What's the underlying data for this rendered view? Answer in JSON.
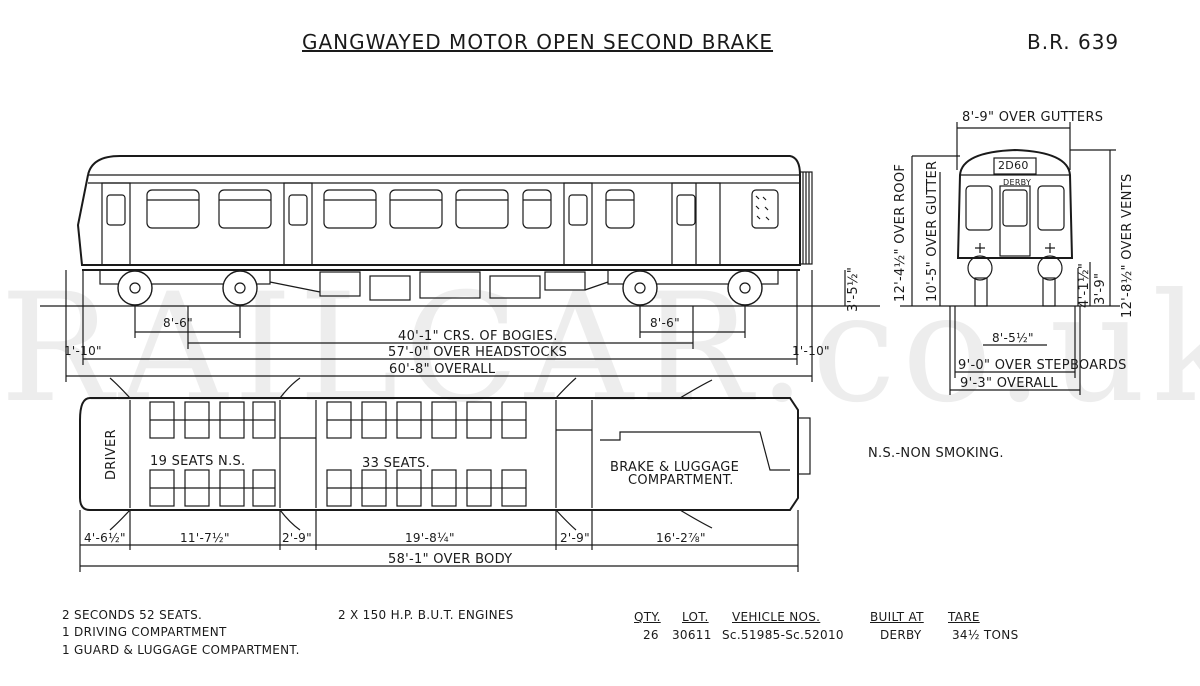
{
  "header": {
    "title": "GANGWAYED MOTOR OPEN SECOND BRAKE",
    "diagram_code": "B.R. 639"
  },
  "watermark": "RAILCAR.co.uk",
  "side_elevation": {
    "dimensions": {
      "bogie_wheelbase_left": "8'-6\"",
      "bogie_wheelbase_right": "8'-6\"",
      "crs_of_bogies": "40'-1\" CRS. OF BOGIES.",
      "over_headstocks": "57'-0\" OVER HEADSTOCKS",
      "overall": "60'-8\" OVERALL",
      "overhang_left": "1'-10\"",
      "overhang_right": "1'-10\"",
      "headstock_height": "3'-5½\""
    }
  },
  "end_elevation": {
    "headcode": "2D60",
    "destination": "DERBY",
    "dimensions": {
      "over_gutters": "8'-9\" OVER GUTTERS",
      "over_roof": "12'-4½\" OVER ROOF",
      "over_gutter": "10'-5\" OVER GUTTER",
      "over_vents": "12'-8½\" OVER VENTS",
      "buffer_height": "3'-9\"",
      "buffer_centres_height": "4'-1½\"",
      "bogie_gauge": "8'-5½\"",
      "over_stepboards": "9'-0\" OVER STEPBOARDS",
      "overall_width": "9'-3\" OVERALL"
    }
  },
  "plan": {
    "labels": {
      "driver": "DRIVER",
      "seats_ns": "19 SEATS  N.S.",
      "seats_main": "33 SEATS.",
      "brake_line1": "BRAKE & LUGGAGE",
      "brake_line2": "COMPARTMENT."
    },
    "dimensions": {
      "d1": "4'-6½\"",
      "d2": "11'-7½\"",
      "d3": "2'-9\"",
      "d4": "19'-8¼\"",
      "d5": "2'-9\"",
      "d6": "16'-2⅞\"",
      "over_body": "58'-1\" OVER BODY"
    },
    "note": "N.S.-NON SMOKING."
  },
  "footer": {
    "accommodation": [
      "2  SECONDS  52  SEATS.",
      "1  DRIVING  COMPARTMENT",
      "1  GUARD & LUGGAGE  COMPARTMENT."
    ],
    "engines": "2 X 150  H.P.  B.U.T.  ENGINES",
    "table": {
      "headers": [
        "QTY.",
        "LOT.",
        "VEHICLE NoS.",
        "BUILT AT",
        "TARE"
      ],
      "row": [
        "26",
        "30611",
        "Sc.51985-Sc.52010",
        "DERBY",
        "34½ TONS"
      ]
    }
  }
}
